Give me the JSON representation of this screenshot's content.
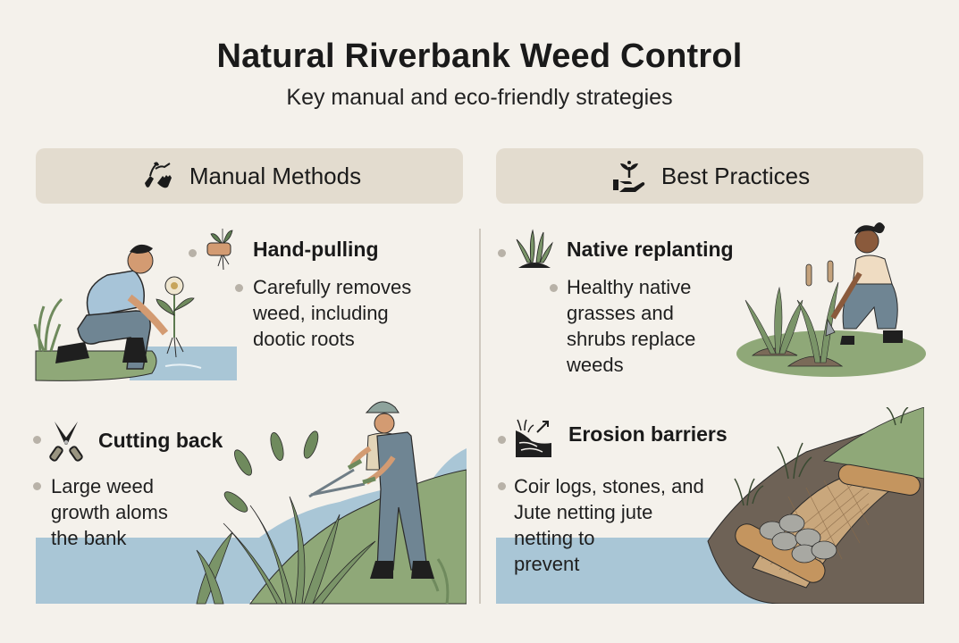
{
  "header": {
    "title": "Natural Riverbank Weed Control",
    "subtitle": "Key manual and eco-friendly strategies"
  },
  "panels": [
    {
      "id": "manual",
      "label": "Manual Methods",
      "icon": "hands-pulling-plant-icon",
      "items": [
        {
          "title": "Hand-pulling",
          "icon": "hand-holding-weed-icon",
          "description": "Carefully removes weed, including dootic roots",
          "lines": [
            "Carefully removes",
            "weed, including",
            "dootic roots"
          ]
        },
        {
          "title": "Cutting back",
          "icon": "pruning-shears-icon",
          "description": "Large weed growth aloms the bank",
          "lines": [
            "Large weed",
            "growth aloms",
            "the bank"
          ]
        }
      ]
    },
    {
      "id": "best",
      "label": "Best Practices",
      "icon": "hand-holding-sprout-icon",
      "items": [
        {
          "title": "Native replanting",
          "icon": "grass-tuft-icon",
          "description": "Healthy native grasses and shrubs replace weeds",
          "lines": [
            "Healthy native",
            "grasses and",
            "shrubs replace",
            "weeds"
          ]
        },
        {
          "title": "Erosion barriers",
          "icon": "eroded-bank-icon",
          "description": "Coir logs, stones, and Jute netting jute netting to prevent",
          "lines": [
            "Coir logs, stones, and",
            "Jute netting jute",
            "netting to",
            "prevent"
          ]
        }
      ]
    }
  ],
  "colors": {
    "background": "#f4f1eb",
    "header_bar": "#e3dccf",
    "water": "#a9c6d6",
    "grass": "#8fa878",
    "soil": "#6e6256",
    "bullet": "#b8b2a8"
  }
}
